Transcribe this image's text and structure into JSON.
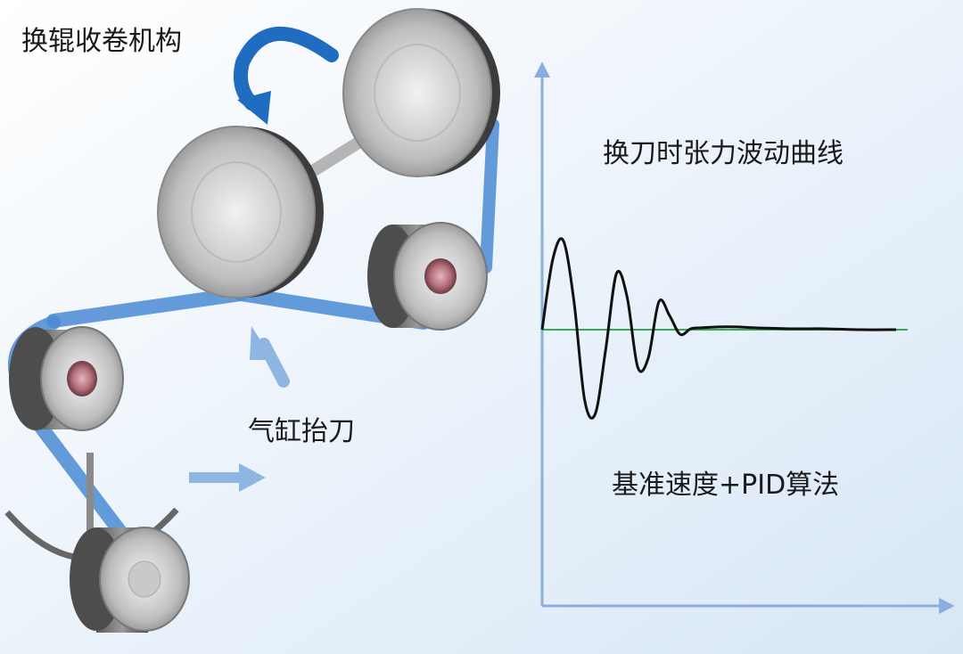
{
  "labels": {
    "mechanism": "换辊收卷机构",
    "cylinder_knife": "气缸抬刀",
    "tension_curve": "换刀时张力波动曲线",
    "algorithm": "基准速度+PID算法"
  },
  "colors": {
    "web": "#4a8ad3",
    "arrow": "#1f6cc0",
    "arrow_light": "#8fb5e2",
    "axis": "#8aaee0",
    "curve": "#111111",
    "baseline": "#3aa65a"
  },
  "chart_data": {
    "type": "line",
    "title": "换刀时张力波动曲线",
    "subtitle": "基准速度+PID算法",
    "xlabel": "",
    "ylabel": "",
    "x": [
      0,
      0.03,
      0.06,
      0.09,
      0.12,
      0.15,
      0.18,
      0.21,
      0.24,
      0.27,
      0.3,
      0.33,
      0.36,
      0.39,
      0.42,
      0.45,
      0.5,
      0.55,
      0.6,
      0.7,
      0.8,
      0.9,
      1.0
    ],
    "series": [
      {
        "values": [
          0,
          0.75,
          0.95,
          0.3,
          -0.75,
          -0.9,
          -0.2,
          0.6,
          0.35,
          -0.4,
          -0.3,
          0.3,
          0.15,
          -0.05,
          0.01,
          0.02,
          0.03,
          0.03,
          0.02,
          0.01,
          0.01,
          0.0,
          0.0
        ]
      }
    ]
  }
}
